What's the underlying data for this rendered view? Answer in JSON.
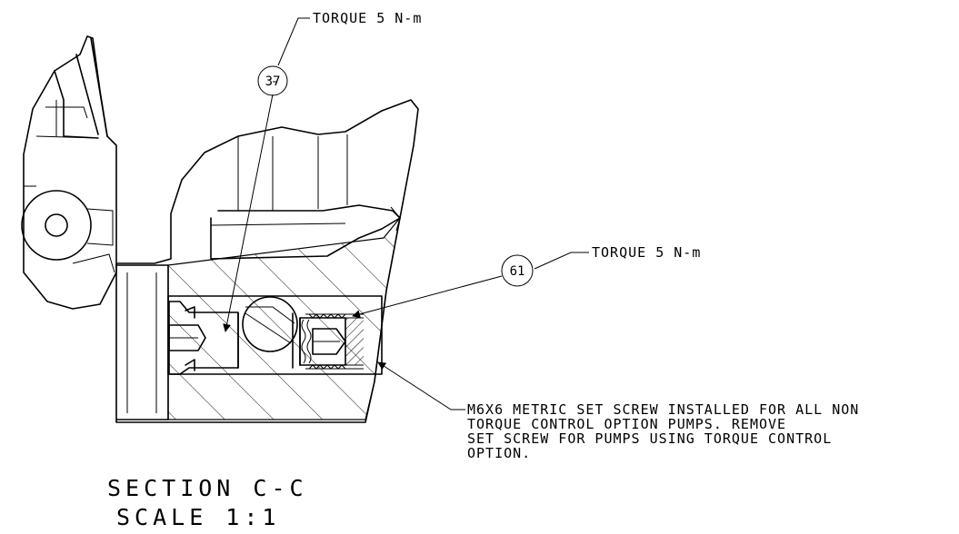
{
  "callouts": {
    "torque_top": "TORQUE 5 N-m",
    "torque_right": "TORQUE 5 N-m",
    "balloon_37": "37",
    "balloon_61": "61"
  },
  "note": {
    "line1": "M6X6 METRIC SET SCREW INSTALLED FOR ALL NON",
    "line2": "TORQUE CONTROL OPTION PUMPS.  REMOVE",
    "line3": "SET SCREW FOR PUMPS USING TORQUE CONTROL",
    "line4": "OPTION."
  },
  "section": {
    "label": "SECTION  C-C",
    "scale": "SCALE  1:1"
  }
}
